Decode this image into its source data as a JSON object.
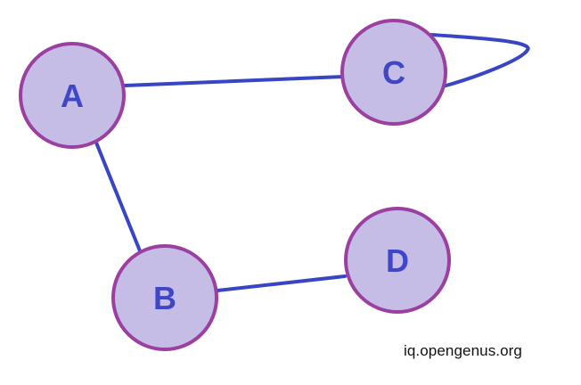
{
  "colors": {
    "node_fill": "#c5bde6",
    "node_stroke": "#9b3fa0",
    "edge": "#3845c4",
    "label": "#3f47c8"
  },
  "graph": {
    "nodes": [
      {
        "id": "A",
        "label": "A"
      },
      {
        "id": "B",
        "label": "B"
      },
      {
        "id": "C",
        "label": "C"
      },
      {
        "id": "D",
        "label": "D"
      }
    ],
    "edges": [
      {
        "from": "A",
        "to": "C"
      },
      {
        "from": "A",
        "to": "B"
      },
      {
        "from": "B",
        "to": "D"
      },
      {
        "from": "C",
        "to": "C"
      }
    ]
  },
  "watermark": "iq.opengenus.org"
}
